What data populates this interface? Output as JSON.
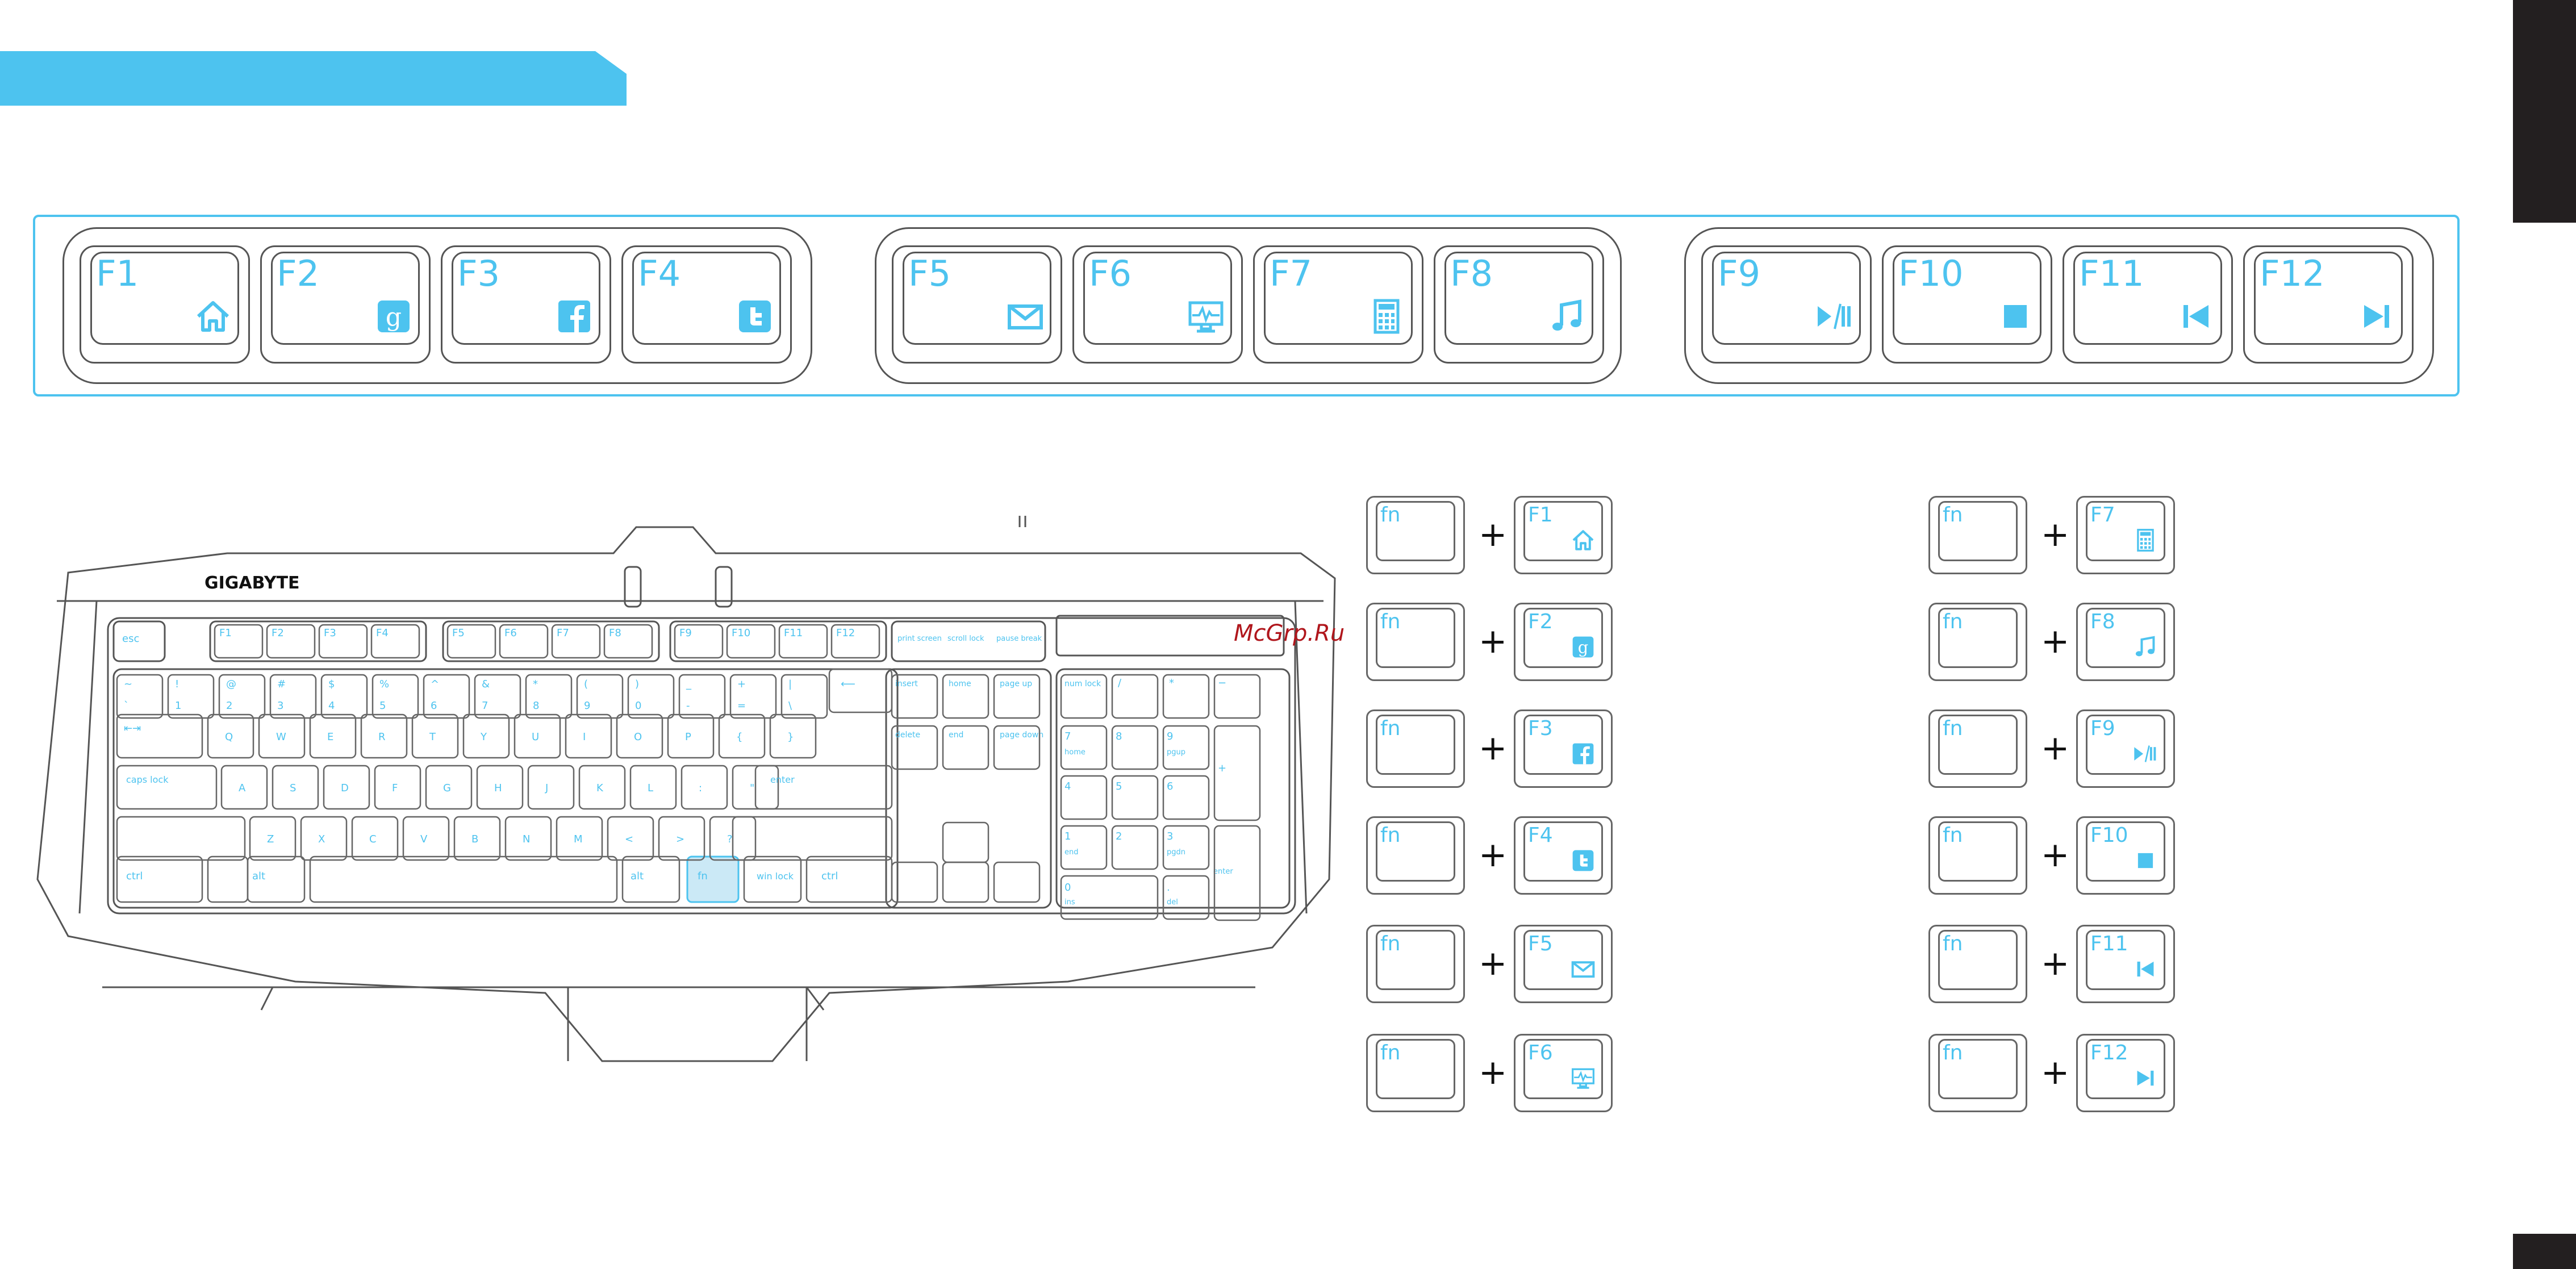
{
  "watermark": "McGrp.Ru",
  "brand": "GIGABYTE",
  "colors": {
    "accent": "#4dc3ef",
    "dark": "#231f20",
    "watermark": "#b0161c"
  },
  "fkeys": [
    {
      "label": "F1",
      "icon": "home-icon"
    },
    {
      "label": "F2",
      "icon": "g-icon"
    },
    {
      "label": "F3",
      "icon": "facebook-icon"
    },
    {
      "label": "F4",
      "icon": "twitter-icon"
    },
    {
      "label": "F5",
      "icon": "mail-icon"
    },
    {
      "label": "F6",
      "icon": "monitor-icon"
    },
    {
      "label": "F7",
      "icon": "calculator-icon"
    },
    {
      "label": "F8",
      "icon": "music-icon"
    },
    {
      "label": "F9",
      "icon": "play-pause-icon"
    },
    {
      "label": "F10",
      "icon": "stop-icon"
    },
    {
      "label": "F11",
      "icon": "previous-icon"
    },
    {
      "label": "F12",
      "icon": "next-icon"
    }
  ],
  "combo": {
    "fn_label": "fn",
    "plus": "+"
  },
  "kb": {
    "esc": "esc",
    "f1": "F1",
    "f2": "F2",
    "f3": "F3",
    "f4": "F4",
    "f5": "F5",
    "f6": "F6",
    "f7": "F7",
    "f8": "F8",
    "f9": "F9",
    "f10": "F10",
    "f11": "F11",
    "f12": "F12",
    "print_screen": "print screen",
    "scroll_lock": "scroll lock",
    "pause_break": "pause break",
    "tab_arrows": "⇤⇥",
    "caps_lock": "caps lock",
    "enter": "enter",
    "backspace": "⟵",
    "ctrl_l": "ctrl",
    "alt_l": "alt",
    "alt_r": "alt",
    "fn": "fn",
    "win_lock": "win lock",
    "ctrl_r": "ctrl",
    "insert": "insert",
    "home": "home",
    "page_up": "page up",
    "delete": "delete",
    "end": "end",
    "page_down": "page down",
    "num_lock": "num lock",
    "slash": "/",
    "star": "*",
    "minus": "−",
    "plus": "+",
    "numenter": "enter",
    "n7": "7",
    "n8": "8",
    "n9": "9",
    "n4": "4",
    "n5": "5",
    "n6": "6",
    "n1": "1",
    "n2": "2",
    "n3": "3",
    "n0": "0",
    "ndot": ".",
    "home2": "home",
    "pgup2": "pgup",
    "end2": "end",
    "pgdn2": "pgdn",
    "ins": "ins",
    "del": "del",
    "row1": [
      "~",
      "!",
      "@",
      "#",
      "$",
      "%",
      "^",
      "&",
      "*",
      "(",
      ")",
      "_",
      "+",
      "|"
    ],
    "row1b": [
      "`",
      "1",
      "2",
      "3",
      "4",
      "5",
      "6",
      "7",
      "8",
      "9",
      "0",
      "-",
      "=",
      "\\"
    ],
    "row2": [
      "Q",
      "W",
      "E",
      "R",
      "T",
      "Y",
      "U",
      "I",
      "O",
      "P",
      "{",
      "}"
    ],
    "row3": [
      "A",
      "S",
      "D",
      "F",
      "G",
      "H",
      "J",
      "K",
      "L",
      ":",
      "\""
    ],
    "row4": [
      "Z",
      "X",
      "C",
      "V",
      "B",
      "N",
      "M",
      "<",
      ">",
      "?"
    ]
  }
}
